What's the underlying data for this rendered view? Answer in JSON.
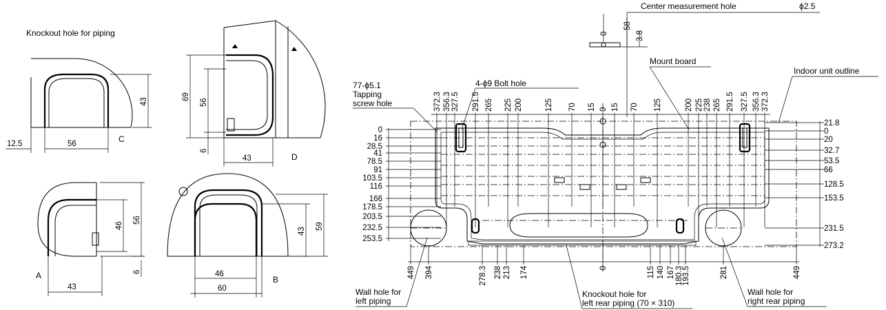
{
  "labels": {
    "knockout_title": "Knockout hole for piping",
    "view_a": "A",
    "view_b": "B",
    "view_c": "C",
    "view_d": "D",
    "center_hole": "Center measurement hole",
    "center_hole_dia": "ϕ2.5",
    "bolt_hole": "4-ϕ9  Bolt hole",
    "tapping_1": "77-ϕ5.1",
    "tapping_2": "Tapping",
    "tapping_3": "screw hole",
    "mount_board": "Mount board",
    "indoor_outline": "Indoor unit outline",
    "wall_left_1": "Wall hole for",
    "wall_left_2": "left piping",
    "wall_right_1": "Wall hole for",
    "wall_right_2": "right rear piping",
    "knockout_rear_1": "Knockout hole for",
    "knockout_rear_2": "left rear piping (70 × 310)"
  },
  "dims": {
    "c_width": "56",
    "c_left": "12.5",
    "c_height": "43",
    "d_h1": "69",
    "d_h2": "56",
    "d_h3": "6",
    "d_w": "43",
    "a_w": "43",
    "a_h1": "46",
    "a_h2": "56",
    "a_h3": "6",
    "b_w1": "46",
    "b_w2": "60",
    "b_h1": "43",
    "b_h2": "59",
    "center_v1": "0",
    "center_v2": "58",
    "center_v3": "3.8"
  },
  "top_dims": [
    "372.3",
    "356.3",
    "327.5",
    "291.5",
    "265",
    "225",
    "200",
    "125",
    "70",
    "15",
    "0",
    "15",
    "70",
    "125",
    "200",
    "225",
    "238",
    "265",
    "291.5",
    "327.5",
    "356.3",
    "372.3"
  ],
  "left_dims": [
    "0",
    "16",
    "28.5",
    "41",
    "78.5",
    "91",
    "103.5",
    "116",
    "166",
    "178.5",
    "203.5",
    "232.5",
    "253.5"
  ],
  "right_dims": [
    "21.8",
    "0",
    "20",
    "32.7",
    "53.5",
    "66",
    "128.5",
    "153.5",
    "231.5",
    "273.2"
  ],
  "bottom_dims": [
    "449",
    "394",
    "278.3",
    "238",
    "213",
    "174",
    "0",
    "115",
    "140",
    "167",
    "180.3",
    "193.5",
    "281",
    "449"
  ]
}
